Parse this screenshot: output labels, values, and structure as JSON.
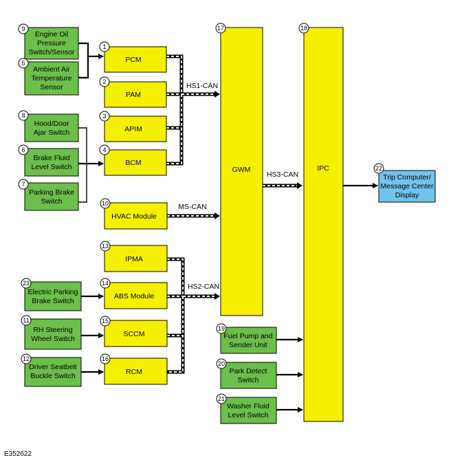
{
  "sensors": {
    "s9": {
      "num": "9",
      "l1": "Engine Oil",
      "l2": "Pressure",
      "l3": "Switch/Sensor"
    },
    "s5": {
      "num": "5",
      "l1": "Ambient Air",
      "l2": "Temperature",
      "l3": "Sensor"
    },
    "s8": {
      "num": "8",
      "l1": "Hood/Door",
      "l2": "Ajar Switch"
    },
    "s6": {
      "num": "6",
      "l1": "Brake Fluid",
      "l2": "Level Switch"
    },
    "s7": {
      "num": "7",
      "l1": "Parking Brake",
      "l2": "Switch"
    },
    "s23": {
      "num": "23",
      "l1": "Electric Parking",
      "l2": "Brake Switch"
    },
    "s11": {
      "num": "11",
      "l1": "RH Steering",
      "l2": "Wheel Switch"
    },
    "s12": {
      "num": "12",
      "l1": "Driver Seatbelt",
      "l2": "Buckle Switch"
    },
    "s19": {
      "num": "19",
      "l1": "Fuel Pump and",
      "l2": "Sender Unit"
    },
    "s20": {
      "num": "20",
      "l1": "Park Detect",
      "l2": "Switch"
    },
    "s21": {
      "num": "21",
      "l1": "Washer Fluid",
      "l2": "Level Switch"
    }
  },
  "modules": {
    "m1": {
      "num": "1",
      "label": "PCM"
    },
    "m2": {
      "num": "2",
      "label": "PAM"
    },
    "m3": {
      "num": "3",
      "label": "APIM"
    },
    "m4": {
      "num": "4",
      "label": "BCM"
    },
    "m10": {
      "num": "10",
      "label": "HVAC Module"
    },
    "m13": {
      "num": "13",
      "label": "IPMA"
    },
    "m14": {
      "num": "14",
      "label": "ABS Module"
    },
    "m15": {
      "num": "15",
      "label": "SCCM"
    },
    "m16": {
      "num": "16",
      "label": "RCM"
    },
    "m17": {
      "num": "17",
      "label": "GWM"
    },
    "m18": {
      "num": "18",
      "label": "IPC"
    }
  },
  "display": {
    "num": "22",
    "l1": "Trip Computer/",
    "l2": "Message Center",
    "l3": "Display"
  },
  "buses": {
    "hs1": "HS1-CAN",
    "ms": "MS-CAN",
    "hs2": "HS2-CAN",
    "hs3": "HS3-CAN"
  },
  "figure_id": "E352622",
  "colors": {
    "sensor": "#6cbf4a",
    "module": "#f5f000",
    "display": "#6fc3ec"
  }
}
